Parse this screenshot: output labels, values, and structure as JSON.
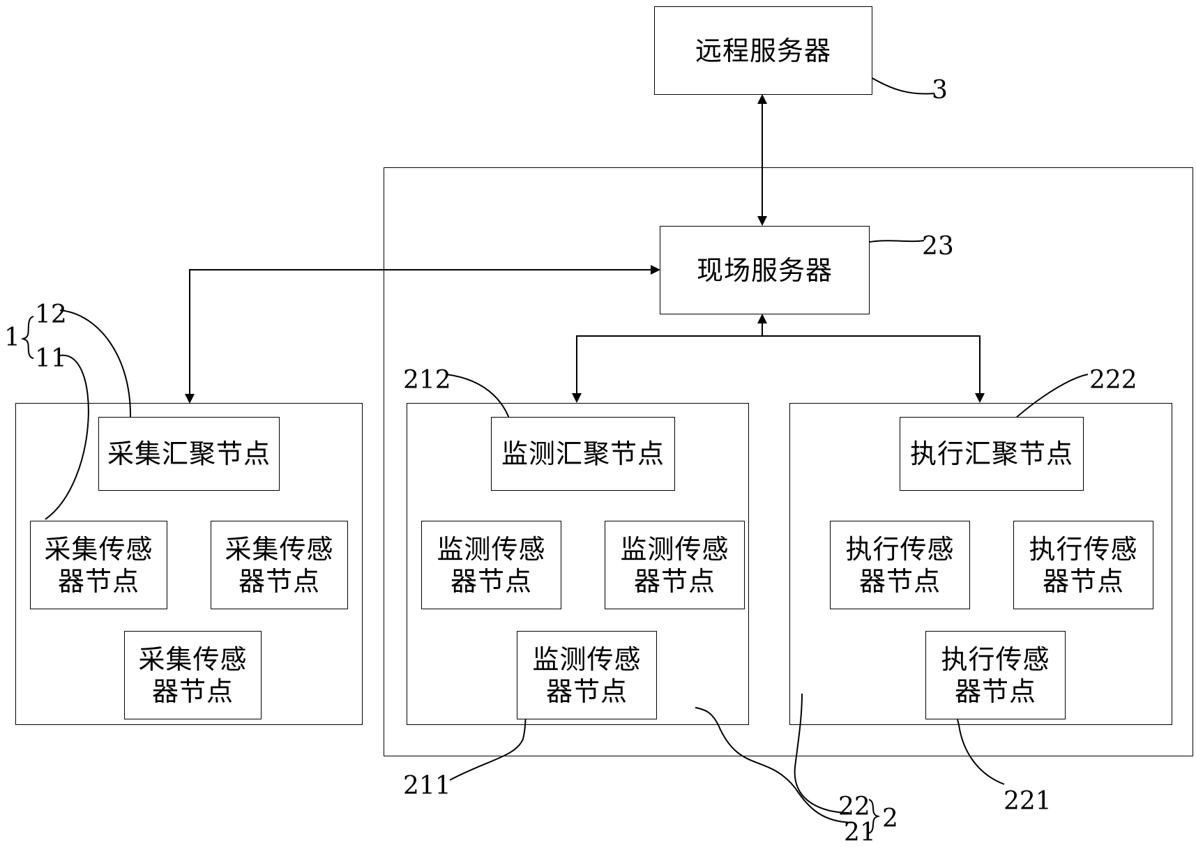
{
  "nodes": {
    "remote_server": "远程服务器",
    "onsite_server": "现场服务器",
    "collect_sink": "采集汇聚节点",
    "collect_sensor": "采集传感器节点",
    "monitor_sink": "监测汇聚节点",
    "monitor_sensor": "监测传感器节点",
    "exec_sink": "执行汇聚节点",
    "exec_sensor": "执行传感器节点"
  },
  "labels": {
    "l3": "3",
    "l23": "23",
    "l1": "1",
    "l12": "12",
    "l11": "11",
    "l212": "212",
    "l222": "222",
    "l211": "211",
    "l221": "221",
    "l22": "22",
    "l21": "21",
    "l2": "2"
  },
  "colors": {
    "line": "#000000",
    "background": "#ffffff"
  }
}
